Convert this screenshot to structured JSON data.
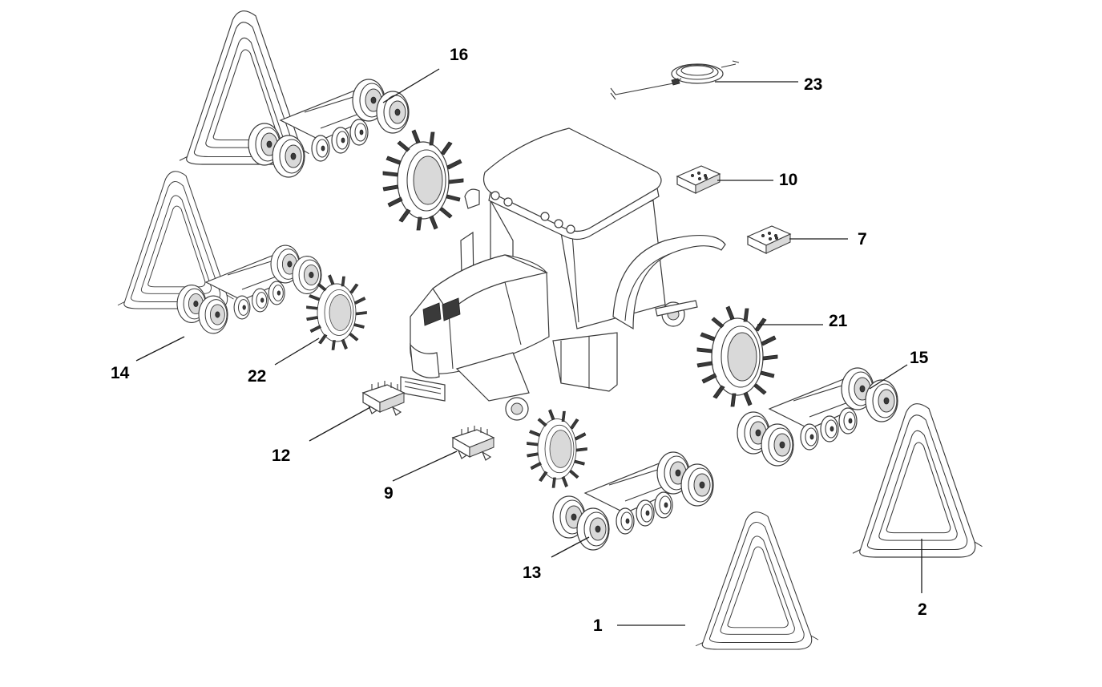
{
  "callouts": {
    "c1": "1",
    "c2": "2",
    "c7": "7",
    "c9": "9",
    "c10": "10",
    "c12": "12",
    "c13": "13",
    "c14": "14",
    "c15": "15",
    "c16": "16",
    "c21": "21",
    "c22": "22",
    "c23": "23"
  }
}
